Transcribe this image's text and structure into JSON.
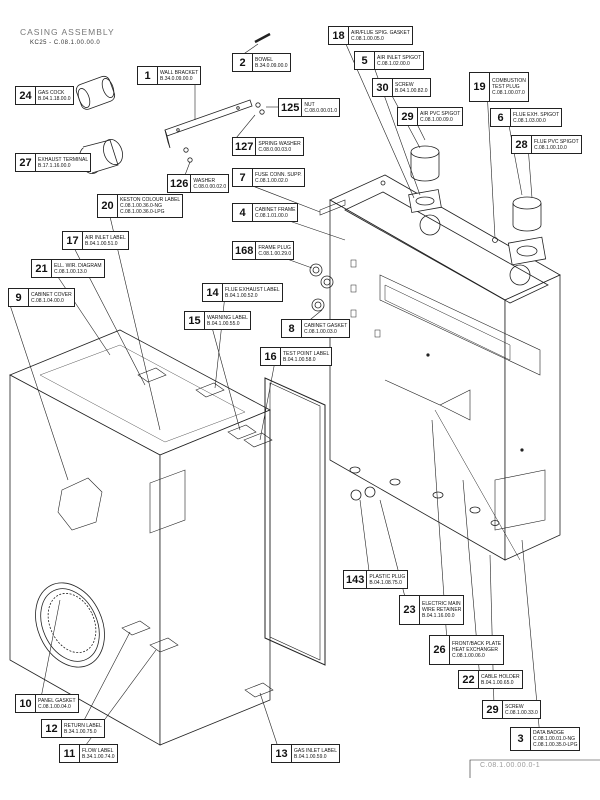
{
  "title": "CASING ASSEMBLY",
  "subtitle": "KC25 - C.08.1.00.00.0",
  "footer_code": "C.08.1.00.00.0-1",
  "parts": [
    {
      "num": "1",
      "line1": "WALL BRACKET",
      "line2": "B.34.0.09.00.0",
      "line3": ""
    },
    {
      "num": "2",
      "line1": "BOWEL",
      "line2": "B.34.0.09.00.0",
      "line3": ""
    },
    {
      "num": "125",
      "line1": "NUT",
      "line2": "C.08.0.00.01.0",
      "line3": ""
    },
    {
      "num": "127",
      "line1": "SPRING WASHER",
      "line2": "C.08.0.00.03.0",
      "line3": ""
    },
    {
      "num": "126",
      "line1": "WASHER",
      "line2": "C.08.0.00.02.0",
      "line3": ""
    },
    {
      "num": "24",
      "line1": "GAS COCK",
      "line2": "B.04.1.18.00.0",
      "line3": ""
    },
    {
      "num": "27",
      "line1": "EXHAUST TERMINAL",
      "line2": "B.17.1.16.00.0",
      "line3": ""
    },
    {
      "num": "7",
      "line1": "FUSE CONN. SUPP.",
      "line2": "C.08.1.00.02.0",
      "line3": ""
    },
    {
      "num": "20",
      "line1": "KESTON COLOUR LABEL",
      "line2": "C.08.1.00.36.0-NG",
      "line3": "C.08.1.00.36.0-LPG"
    },
    {
      "num": "4",
      "line1": "CABINET FRAME",
      "line2": "C.08.1.01.00.0",
      "line3": ""
    },
    {
      "num": "17",
      "line1": "AIR INLET LABEL",
      "line2": "B.04.1.00.51.0",
      "line3": ""
    },
    {
      "num": "168",
      "line1": "FRAME PLUG",
      "line2": "C.08.1.00.29.0",
      "line3": ""
    },
    {
      "num": "21",
      "line1": "ELL. WIR. DIAGRAM",
      "line2": "C.08.1.00.13.0",
      "line3": ""
    },
    {
      "num": "9",
      "line1": "CABINET COVER",
      "line2": "C.08.1.04.00.0",
      "line3": ""
    },
    {
      "num": "14",
      "line1": "FLUE EXHAUST LABEL",
      "line2": "B.04.1.00.52.0",
      "line3": ""
    },
    {
      "num": "15",
      "line1": "WARNING LABEL",
      "line2": "B.04.1.00.55.0",
      "line3": ""
    },
    {
      "num": "8",
      "line1": "CABINET GASKET",
      "line2": "C.08.1.00.03.0",
      "line3": ""
    },
    {
      "num": "16",
      "line1": "TEST POINT LABEL",
      "line2": "B.04.1.00.58.0",
      "line3": ""
    },
    {
      "num": "18",
      "line1": "AIR/FLUE SPIG. GASKET",
      "line2": "C.08.1.00.05.0",
      "line3": ""
    },
    {
      "num": "5",
      "line1": "AIR INLET SPIGOT",
      "line2": "C.08.1.02.00.0",
      "line3": ""
    },
    {
      "num": "30",
      "line1": "SCREW",
      "line2": "B.04.1.00.82.0",
      "line3": ""
    },
    {
      "num": "29",
      "line1": "AIR PVC SPIGOT",
      "line2": "C.08.1.00.09.0",
      "line3": ""
    },
    {
      "num": "19",
      "line1": "COMBUSTION",
      "line2": "TEST PLUG",
      "line3": "C.08.1.00.07.0"
    },
    {
      "num": "6",
      "line1": "FLUE EXH. SPIGOT",
      "line2": "C.08.1.03.00.0",
      "line3": ""
    },
    {
      "num": "28",
      "line1": "FLUE PVC SPIGOT",
      "line2": "C.08.1.00.10.0",
      "line3": ""
    },
    {
      "num": "143",
      "line1": "PLASTIC PLUG",
      "line2": "B.04.1.08.75.0",
      "line3": ""
    },
    {
      "num": "23",
      "line1": "ELECTRIC MAIN",
      "line2": "WIRE RETAINER",
      "line3": "B.04.1.16.00.0"
    },
    {
      "num": "26",
      "line1": "FRONT/BACK PLATE",
      "line2": "HEAT EXCHANGER",
      "line3": "C.08.1.00.06.0"
    },
    {
      "num": "22",
      "line1": "CABLE HOLDER",
      "line2": "B.04.1.00.65.0",
      "line3": ""
    },
    {
      "num": "29",
      "line1": "SCREW",
      "line2": "C.08.1.00.33.0",
      "line3": ""
    },
    {
      "num": "3",
      "line1": "DATA BADGE",
      "line2": "C.08.1.00.01.0-NG",
      "line3": "C.08.1.00.35.0-LPG"
    },
    {
      "num": "10",
      "line1": "PANEL GASKET",
      "line2": "C.08.1.00.04.0",
      "line3": ""
    },
    {
      "num": "12",
      "line1": "RETURN LABEL",
      "line2": "B.34.1.00.75.0",
      "line3": ""
    },
    {
      "num": "11",
      "line1": "FLOW LABEL",
      "line2": "B.34.1.00.74.0",
      "line3": ""
    },
    {
      "num": "13",
      "line1": "GAS INLET LABEL",
      "line2": "B.04.1.00.59.0",
      "line3": ""
    }
  ]
}
